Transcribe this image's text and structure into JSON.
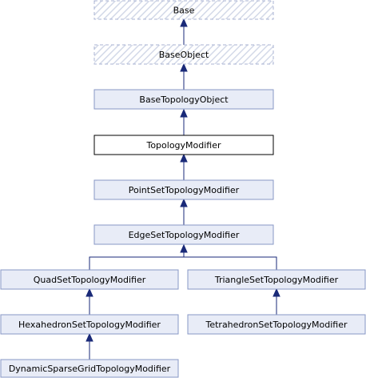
{
  "diagram": {
    "nodes": {
      "base": {
        "label": "Base",
        "style": "hatched"
      },
      "base_object": {
        "label": "BaseObject",
        "style": "hatched"
      },
      "base_topology_object": {
        "label": "BaseTopologyObject",
        "style": "normal"
      },
      "topology_modifier": {
        "label": "TopologyModifier",
        "style": "focus"
      },
      "point_set_topology_modifier": {
        "label": "PointSetTopologyModifier",
        "style": "normal"
      },
      "edge_set_topology_modifier": {
        "label": "EdgeSetTopologyModifier",
        "style": "normal"
      },
      "quad_set_topology_modifier": {
        "label": "QuadSetTopologyModifier",
        "style": "normal"
      },
      "triangle_set_topology_modifier": {
        "label": "TriangleSetTopologyModifier",
        "style": "normal"
      },
      "hexahedron_set_topology_modifier": {
        "label": "HexahedronSetTopologyModifier",
        "style": "normal"
      },
      "tetrahedron_set_topology_modifier": {
        "label": "TetrahedronSetTopologyModifier",
        "style": "normal"
      },
      "dynamic_sparse_grid_topology_modifier": {
        "label": "DynamicSparseGridTopologyModifier",
        "style": "normal"
      }
    },
    "edges": [
      {
        "from": "base_object",
        "to": "base"
      },
      {
        "from": "base_topology_object",
        "to": "base_object"
      },
      {
        "from": "topology_modifier",
        "to": "base_topology_object"
      },
      {
        "from": "point_set_topology_modifier",
        "to": "topology_modifier"
      },
      {
        "from": "edge_set_topology_modifier",
        "to": "point_set_topology_modifier"
      },
      {
        "from": "quad_set_topology_modifier",
        "to": "edge_set_topology_modifier"
      },
      {
        "from": "triangle_set_topology_modifier",
        "to": "edge_set_topology_modifier"
      },
      {
        "from": "hexahedron_set_topology_modifier",
        "to": "quad_set_topology_modifier"
      },
      {
        "from": "tetrahedron_set_topology_modifier",
        "to": "triangle_set_topology_modifier"
      },
      {
        "from": "dynamic_sparse_grid_topology_modifier",
        "to": "hexahedron_set_topology_modifier"
      }
    ],
    "colors": {
      "node_fill": "#e8ecf7",
      "node_border": "#8797c5",
      "focus_fill": "#ffffff",
      "focus_border": "#000000",
      "hatch_border": "#a9b3d3",
      "hatch_line": "#d3d9e8",
      "edge": "#1a2a78"
    }
  }
}
